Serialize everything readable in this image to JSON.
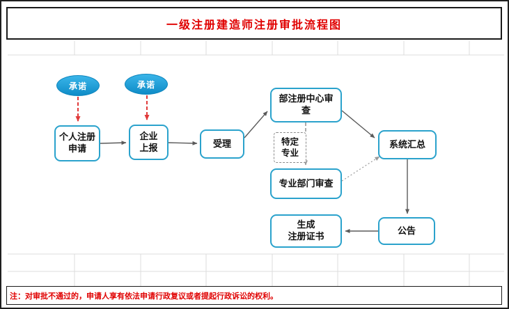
{
  "title": "一级注册建造师注册审批流程图",
  "note": "注：对审批不通过的，申请人享有依法申请行政复议或者提起行政诉讼的权利。",
  "colors": {
    "title_text": "#e00000",
    "note_text": "#e00000",
    "node_border": "#2aa2cc",
    "ellipse_fill_top": "#3ab5e9",
    "ellipse_fill_bottom": "#0f8cc7",
    "red_arrow": "#e03a3a",
    "connector": "#5a5a5a"
  },
  "flowchart": {
    "promise1": "承诺",
    "promise2": "承诺",
    "personal_line1": "个人注册",
    "personal_line2": "申请",
    "enterprise_line1": "企业",
    "enterprise_line2": "上报",
    "accept": "受理",
    "center_line1": "部注册中心审",
    "center_line2": "查",
    "special_line1": "特定",
    "special_line2": "专业",
    "dept": "专业部门审查",
    "summary": "系统汇总",
    "announce": "公告",
    "cert_line1": "生成",
    "cert_line2": "注册证书"
  }
}
